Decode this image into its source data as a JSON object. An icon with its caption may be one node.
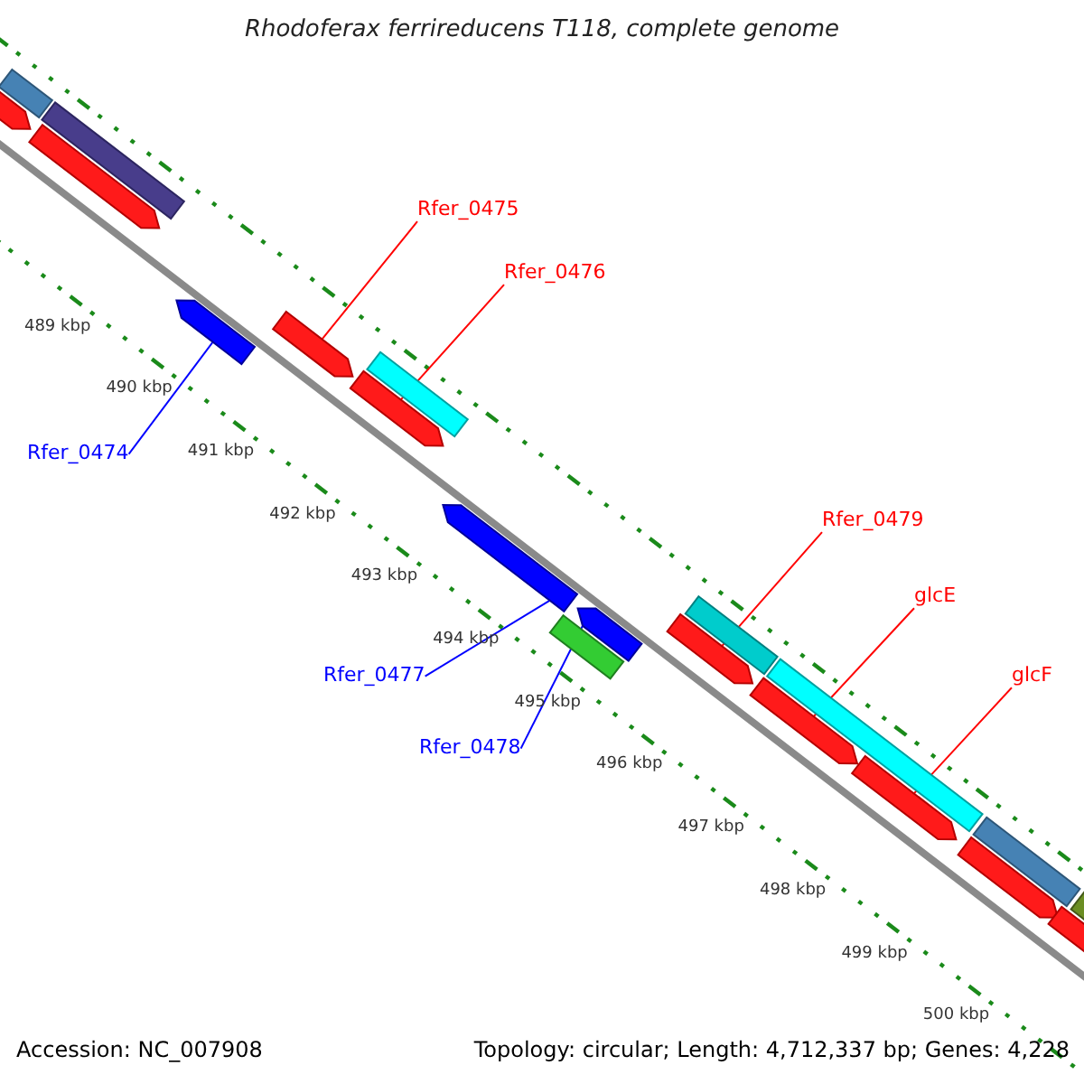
{
  "diagram": {
    "title": "Rhodoferax ferrireducens T118, complete genome",
    "nodes": [
      {
        "text": [
          "Rfer_0475"
        ]
      },
      {
        "text": [
          "Rfer_0476"
        ]
      },
      {
        "text": [
          "Rfer_0474"
        ]
      },
      {
        "text": [
          "Rfer_0479"
        ]
      },
      {
        "text": [
          "glcE"
        ]
      },
      {
        "text": [
          "Rfer_0477"
        ]
      },
      {
        "text": [
          "glcF"
        ]
      },
      {
        "text": [
          "Rfer_0478"
        ]
      },
      {
        "text": [],
        "shape": "box"
      },
      {
        "text": [],
        "shape": "arrow"
      },
      {
        "text": [],
        "shape": "box"
      },
      {
        "text": [],
        "shape": "arrow"
      },
      {
        "text": [],
        "shape": "arrow"
      },
      {
        "text": [],
        "shape": "arrow"
      },
      {
        "text": [],
        "shape": "arrow"
      },
      {
        "text": [],
        "shape": "box"
      },
      {
        "text": [],
        "shape": "arrow"
      },
      {
        "text": [],
        "shape": "box"
      },
      {
        "text": [],
        "shape": "arrow"
      },
      {
        "text": [],
        "shape": "arrow"
      },
      {
        "text": [],
        "shape": "box"
      },
      {
        "text": [],
        "shape": "arrow"
      },
      {
        "text": [],
        "shape": "box"
      },
      {
        "text": [],
        "shape": "arrow"
      },
      {
        "text": [],
        "shape": "arrow"
      },
      {
        "text": [],
        "shape": "box"
      },
      {
        "text": [],
        "shape": "arrow"
      },
      {
        "text": [],
        "shape": "box"
      }
    ],
    "edges": [
      {
        "from": 0,
        "to": 13,
        "arrow": "none"
      },
      {
        "from": 1,
        "to": 14,
        "arrow": "none"
      },
      {
        "from": 2,
        "to": 12,
        "arrow": "none",
        "color": "#0000ff"
      },
      {
        "from": 3,
        "to": 19,
        "arrow": "none"
      },
      {
        "from": 4,
        "to": 21,
        "arrow": "none"
      },
      {
        "from": 5,
        "to": 16,
        "arrow": "none",
        "color": "#0000ff"
      },
      {
        "from": 6,
        "to": 23,
        "arrow": "none"
      },
      {
        "from": 7,
        "to": 18,
        "arrow": "none",
        "color": "#0000ff"
      }
    ],
    "labels": [
      "489 kbp",
      "490 kbp",
      "491 kbp",
      "492 kbp",
      "493 kbp",
      "494 kbp",
      "495 kbp",
      "496 kbp",
      "497 kbp",
      "498 kbp",
      "499 kbp",
      "500 kbp",
      "Accession: NC_007908",
      "Topology: circular; Length: 4,712,337 bp; Genes: 4,228"
    ]
  }
}
